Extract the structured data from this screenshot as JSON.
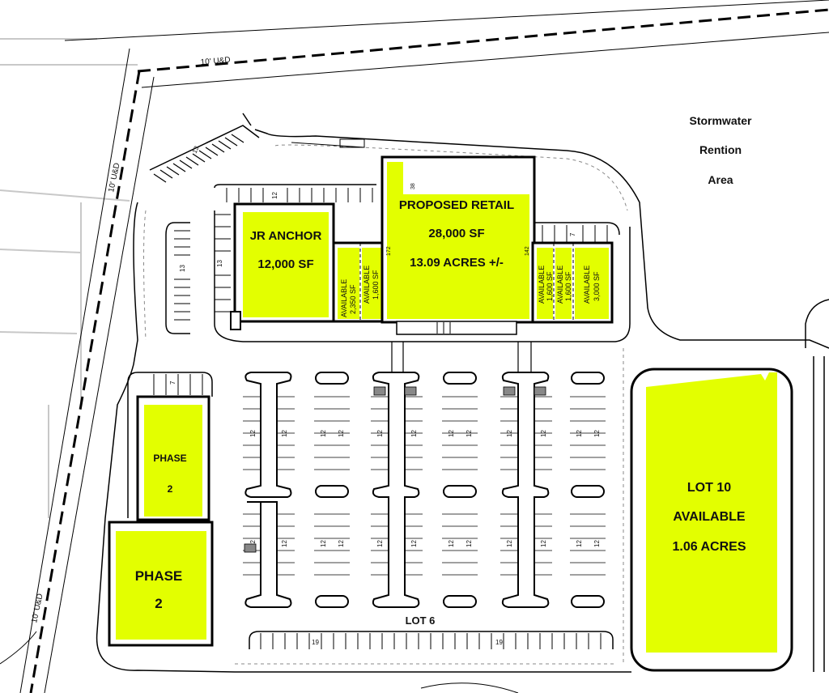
{
  "map": {
    "easements": {
      "top": "10' U&D",
      "left_upper": "10' U&D",
      "left_lower": "10' U&D"
    },
    "stormwater": {
      "line1": "Stormwater",
      "line2": "Rention",
      "line3": "Area"
    },
    "jr_anchor": {
      "line1": "JR ANCHOR",
      "line2": "12,000 SF"
    },
    "proposed_retail": {
      "line1": "PROPOSED RETAIL",
      "line2": "28,000 SF",
      "line3": "13.09 ACRES +/-"
    },
    "suite_left_a": {
      "line1": "AVAILABLE",
      "line2": "2,350 SF"
    },
    "suite_left_b": {
      "line1": "AVAILABLE",
      "line2": "1,600 SF"
    },
    "suite_right_a": {
      "line1": "AVAILABLE",
      "line2": "1,600 SF"
    },
    "suite_right_b": {
      "line1": "AVAILABLE",
      "line2": "1,600 SF"
    },
    "suite_right_c": {
      "line1": "AVAILABLE",
      "line2": "3,000 SF"
    },
    "phase2_upper": {
      "line1": "PHASE",
      "line2": "2"
    },
    "phase2_lower": {
      "line1": "PHASE",
      "line2": "2"
    },
    "lot10": {
      "line1": "LOT 10",
      "line2": "AVAILABLE",
      "line3": "1.06 ACRES"
    },
    "lot6": "LOT 6",
    "stall_counts": {
      "top_left_diag": "13",
      "left_row": "13",
      "left_row_inner": "13",
      "top_row_a": "12",
      "top_row_b": "7",
      "retail_side_l": "172",
      "retail_top": "38",
      "retail_side_r": "142",
      "phase_top": "7",
      "bottom_left": "19",
      "bottom_right": "19",
      "island": "12"
    },
    "colors": {
      "building_fill": "#e3ff00",
      "line": "#000000",
      "ghost": "#c8c8c8"
    }
  }
}
